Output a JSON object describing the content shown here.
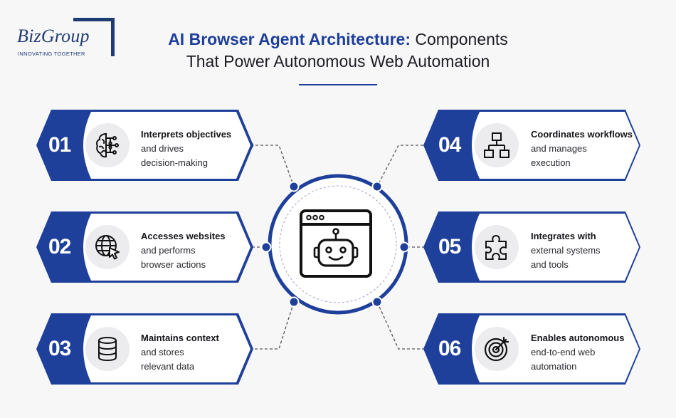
{
  "brand": {
    "logo_text": "BizGroup",
    "tagline": "INNOVATING TOGETHER"
  },
  "title": {
    "accent": "AI Browser Agent Architecture:",
    "rest_line1": " Components",
    "line2": "That Power Autonomous Web Automation"
  },
  "colors": {
    "primary": "#1e3f9a",
    "text": "#15151a",
    "icon_bg": "#ececef"
  },
  "components": [
    {
      "number": "01",
      "icon": "brain-icon",
      "lines": [
        "Interprets objectives",
        "and drives",
        "decision-making"
      ]
    },
    {
      "number": "02",
      "icon": "globe-cursor-icon",
      "lines": [
        "Accesses websites",
        "and performs",
        "browser actions"
      ]
    },
    {
      "number": "03",
      "icon": "database-icon",
      "lines": [
        "Maintains context",
        "and stores",
        "relevant data"
      ]
    },
    {
      "number": "04",
      "icon": "workflow-icon",
      "lines": [
        "Coordinates workflows",
        "and manages",
        "execution"
      ]
    },
    {
      "number": "05",
      "icon": "puzzle-icon",
      "lines": [
        "Integrates with",
        "external systems",
        "and tools"
      ]
    },
    {
      "number": "06",
      "icon": "target-icon",
      "lines": [
        "Enables autonomous",
        "end-to-end web",
        "automation"
      ]
    }
  ],
  "hub": {
    "icon": "robot-browser-icon"
  }
}
